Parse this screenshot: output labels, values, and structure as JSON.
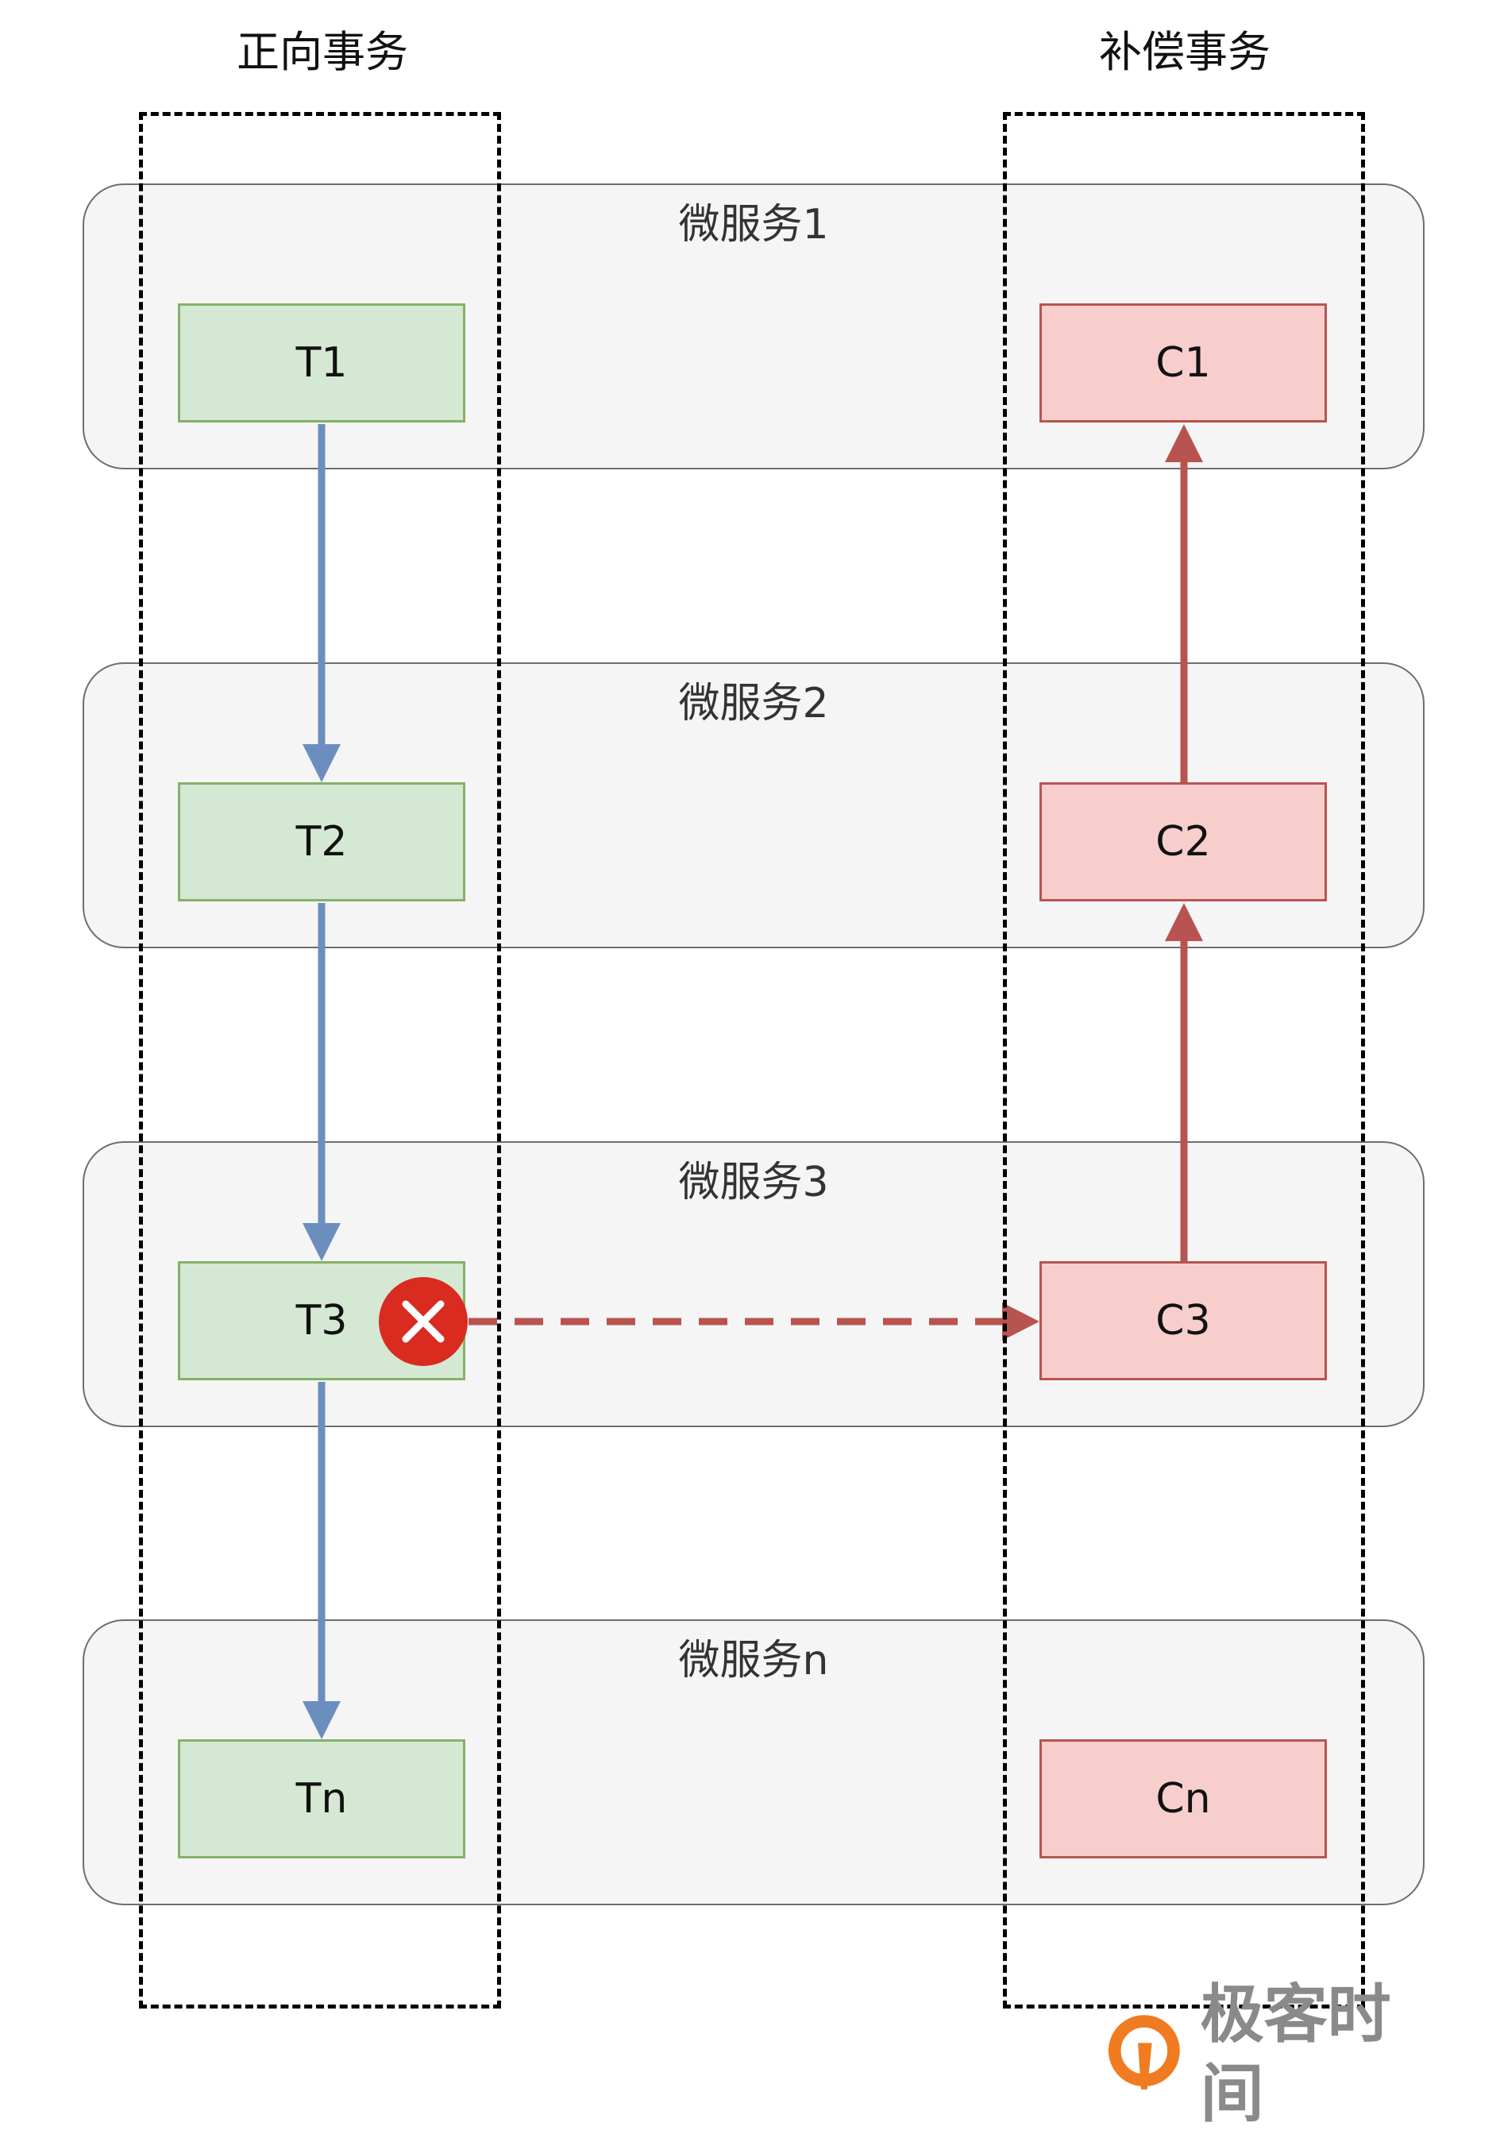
{
  "columns": {
    "forward_title": "正向事务",
    "compensate_title": "补偿事务"
  },
  "lanes": [
    {
      "title": "微服务1",
      "forward": "T1",
      "compensate": "C1"
    },
    {
      "title": "微服务2",
      "forward": "T2",
      "compensate": "C2"
    },
    {
      "title": "微服务3",
      "forward": "T3",
      "compensate": "C3"
    },
    {
      "title": "微服务n",
      "forward": "Tn",
      "compensate": "Cn"
    }
  ],
  "failure": {
    "at": "T3",
    "icon": "error-x-icon",
    "color": "#d92b20"
  },
  "colors": {
    "forward_fill": "#d5e8d4",
    "forward_border": "#82b366",
    "compensate_fill": "#f8cecc",
    "compensate_border": "#b85450",
    "forward_arrow": "#6c8ebf",
    "compensate_arrow": "#b85450"
  },
  "logo": {
    "text": "极客时间",
    "color": "#8a8a8a",
    "accent": "#f07b20"
  }
}
